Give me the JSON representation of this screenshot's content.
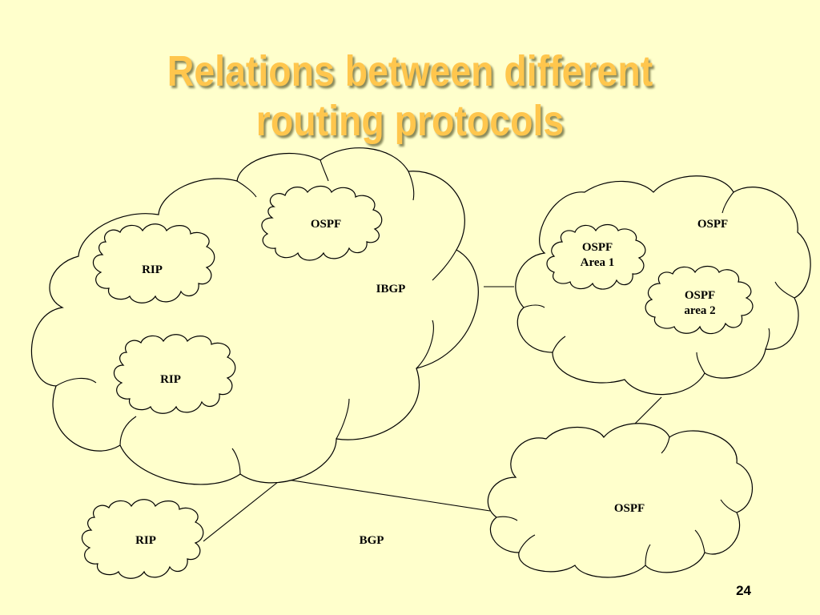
{
  "slide": {
    "title_line1": "Relations between different",
    "title_line2": "routing protocols",
    "title_color": "#ffc64d",
    "background_color": "#ffffcc",
    "page_number": "24"
  },
  "diagram": {
    "clouds": {
      "ibgp_main": "IBGP",
      "ospf_top": "OSPF",
      "rip_left": "RIP",
      "rip_middle": "RIP",
      "rip_bottom": "RIP",
      "ospf_right_large": "OSPF",
      "ospf_area1": [
        "OSPF",
        "Area 1"
      ],
      "ospf_area2": [
        "OSPF",
        "area 2"
      ],
      "ospf_bottom_right": "OSPF"
    },
    "bgp_label": "BGP"
  }
}
